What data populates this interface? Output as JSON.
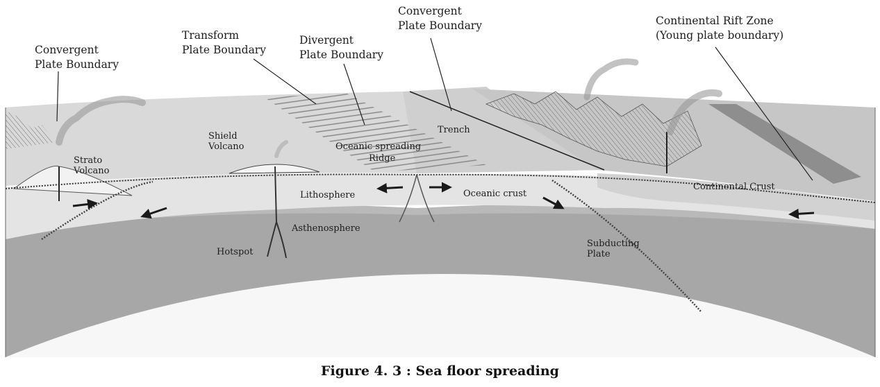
{
  "figure": {
    "caption": "Figure 4. 3 : Sea floor spreading",
    "labels": {
      "convergent_left_l1": "Convergent",
      "convergent_left_l2": "Plate Boundary",
      "transform_l1": "Transform",
      "transform_l2": "Plate Boundary",
      "divergent_l1": "Divergent",
      "divergent_l2": "Plate Boundary",
      "convergent_top_l1": "Convergent",
      "convergent_top_l2": "Plate Boundary",
      "rift_l1": "Continental Rift Zone",
      "rift_l2": "(Young plate boundary)",
      "shield_l1": "Shield",
      "shield_l2": "Volcano",
      "strato_l1": "Strato",
      "strato_l2": "Volcano",
      "trench": "Trench",
      "oceanic_spreading": "Oceanic spreading",
      "ridge": "Ridge",
      "lithosphere": "Lithosphere",
      "oceanic_crust": "Oceanic crust",
      "continental_crust": "Continental Crust",
      "asthenosphere": "Asthenosphere",
      "hotspot": "Hotspot",
      "subducting_l1": "Subducting",
      "subducting_l2": "Plate"
    }
  }
}
